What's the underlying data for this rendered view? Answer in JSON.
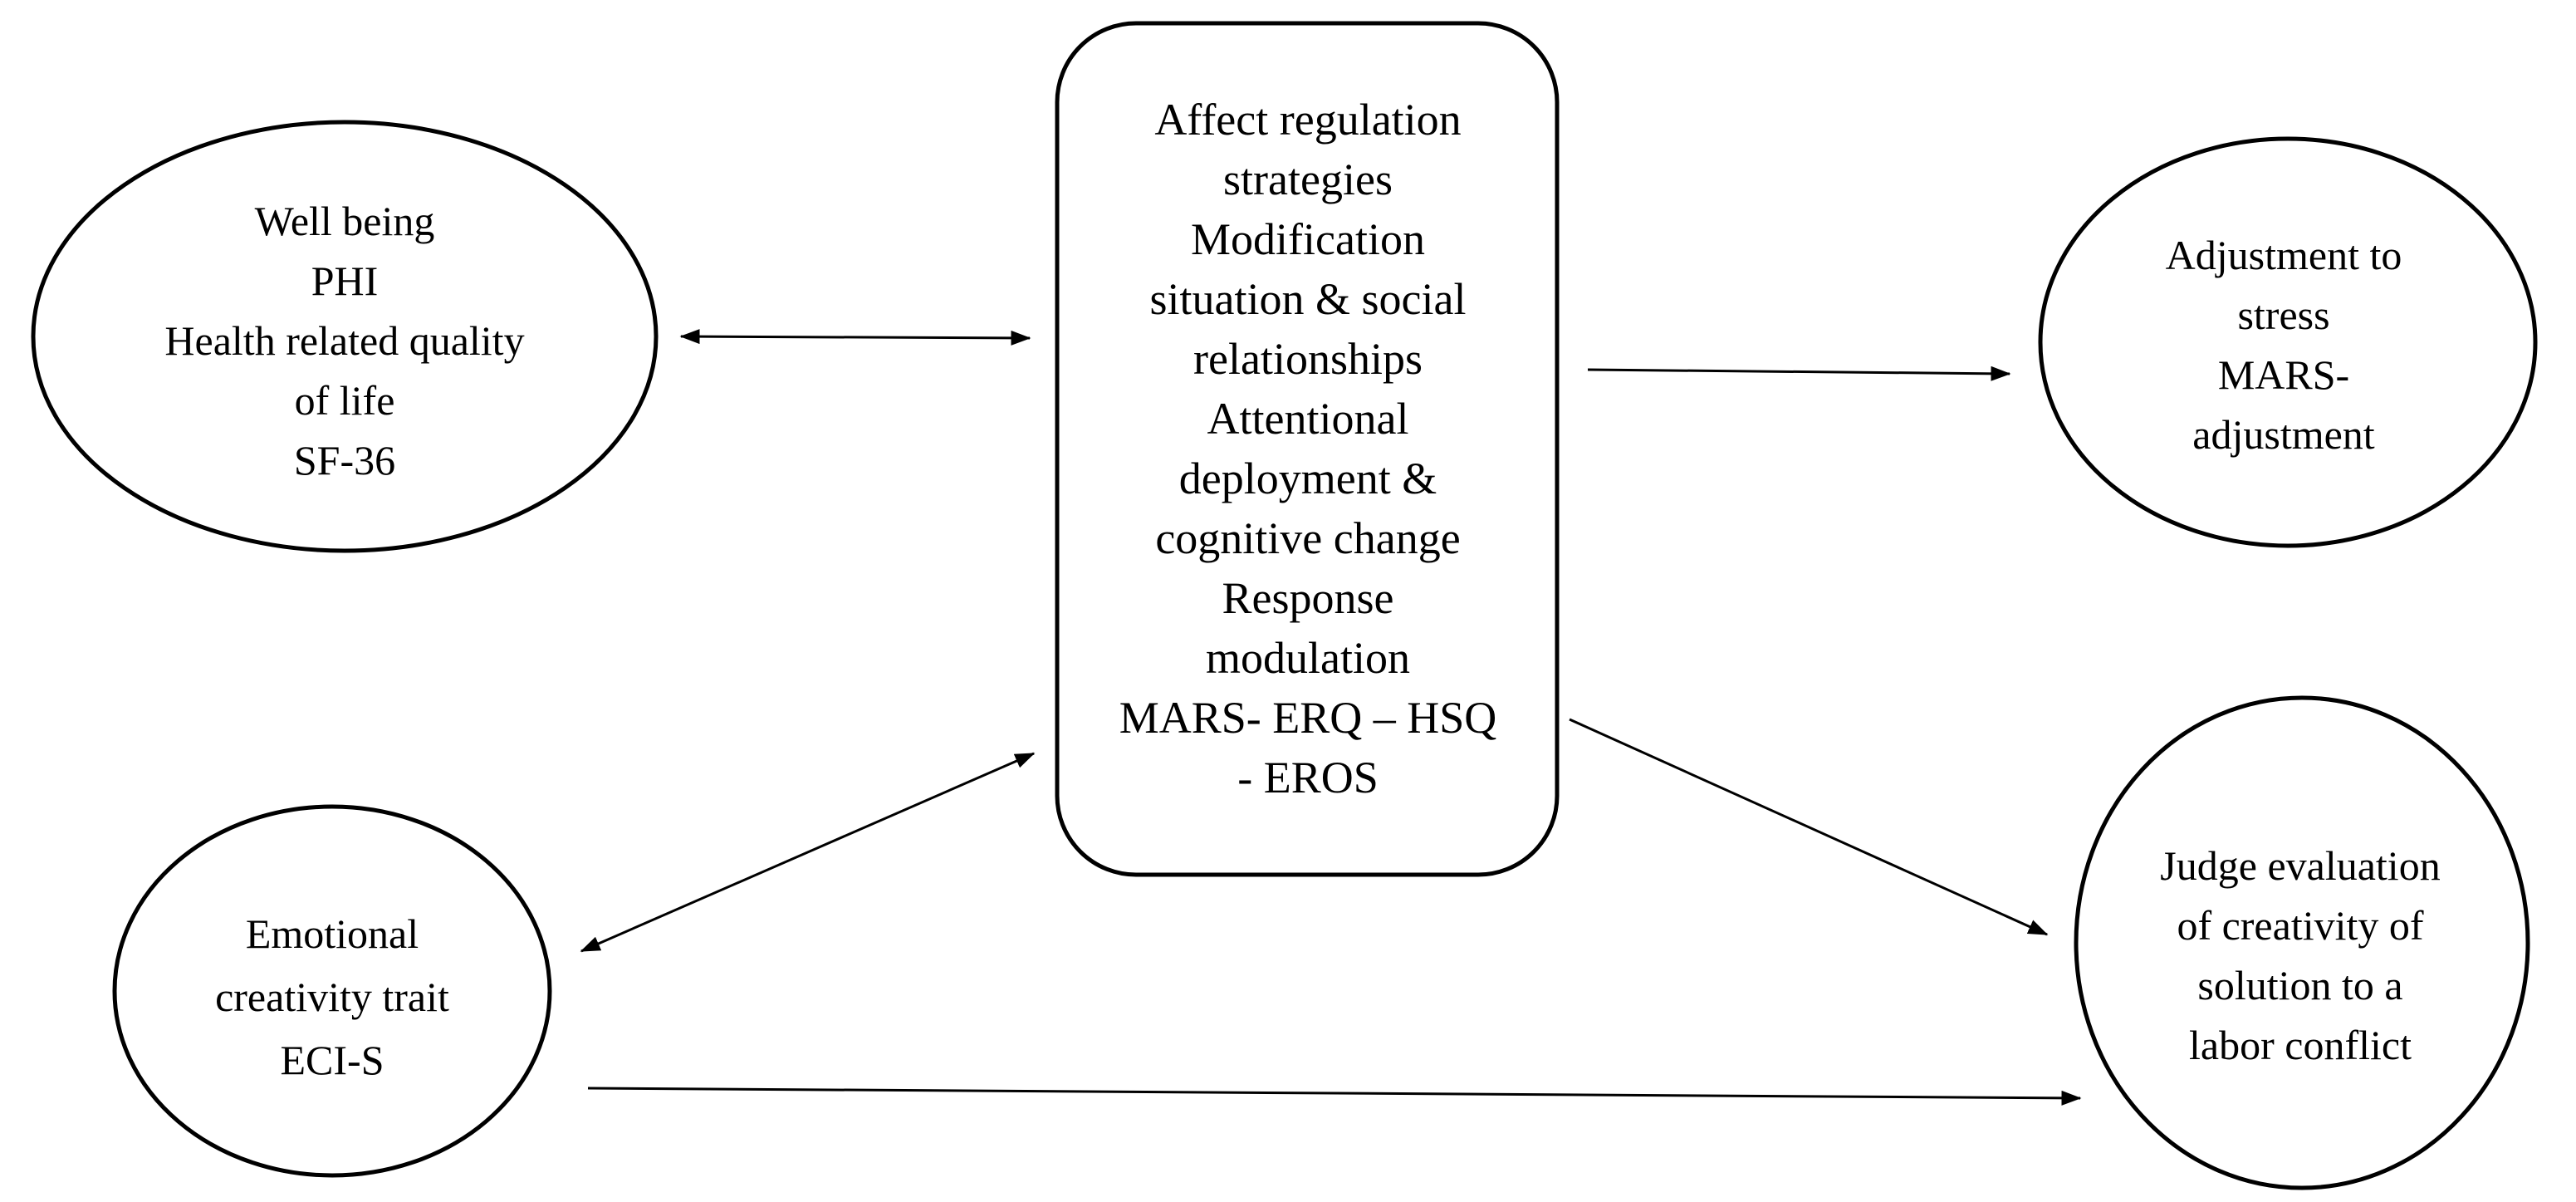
{
  "nodes": {
    "wellbeing": {
      "lines": [
        "Well being",
        "PHI",
        "Health related quality",
        "of life",
        "SF-36"
      ]
    },
    "central": {
      "lines": [
        "Affect regulation",
        "strategies",
        "Modification",
        "situation & social",
        "relationships",
        "Attentional",
        "deployment &",
        "cognitive change",
        "Response",
        "modulation",
        "MARS- ERQ – HSQ",
        "- EROS"
      ]
    },
    "adjustment": {
      "lines": [
        "Adjustment to",
        "stress",
        "MARS-",
        "adjustment"
      ]
    },
    "emotional": {
      "lines": [
        "Emotional",
        "creativity trait",
        "ECI-S"
      ]
    },
    "judge": {
      "lines": [
        "Judge evaluation",
        "of creativity of",
        "solution to a",
        "labor conflict"
      ]
    }
  },
  "edges": [
    {
      "from": "wellbeing",
      "to": "central",
      "direction": "both"
    },
    {
      "from": "central",
      "to": "adjustment",
      "direction": "forward"
    },
    {
      "from": "central",
      "to": "judge",
      "direction": "forward"
    },
    {
      "from": "emotional",
      "to": "central",
      "direction": "both"
    },
    {
      "from": "emotional",
      "to": "judge",
      "direction": "forward"
    }
  ],
  "colors": {
    "stroke": "#000000",
    "fill": "#ffffff",
    "text": "#000000"
  }
}
